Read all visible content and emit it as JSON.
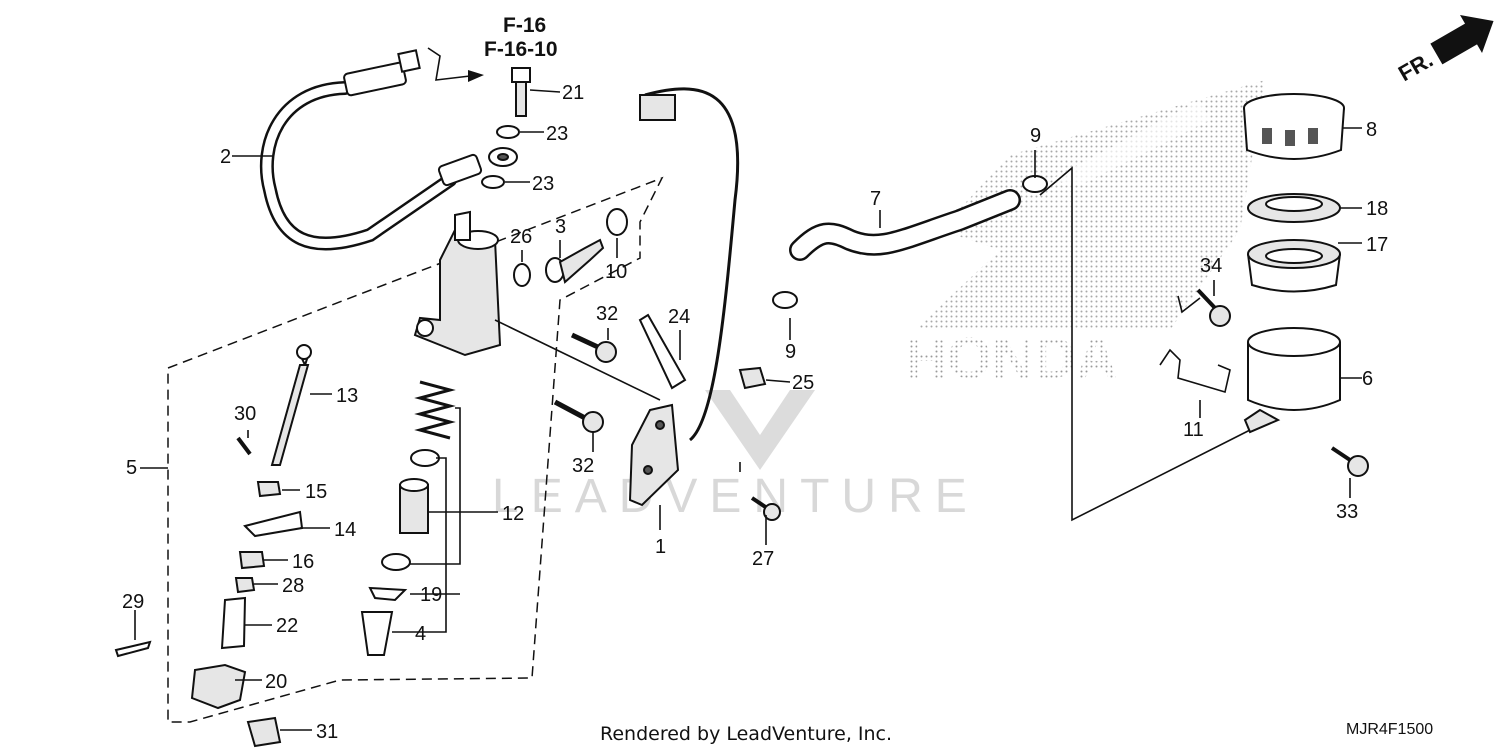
{
  "references": {
    "line1": "F-16",
    "line2": "F-16-10"
  },
  "orientation": {
    "label": "FR."
  },
  "callouts": {
    "c1": "1",
    "c2": "2",
    "c3": "3",
    "c4": "4",
    "c5": "5",
    "c6": "6",
    "c7": "7",
    "c8": "8",
    "c9a": "9",
    "c9b": "9",
    "c10": "10",
    "c11": "11",
    "c12": "12",
    "c13": "13",
    "c14": "14",
    "c15": "15",
    "c16": "16",
    "c17": "17",
    "c18": "18",
    "c19": "19",
    "c20": "20",
    "c21": "21",
    "c22": "22",
    "c23a": "23",
    "c23b": "23",
    "c24": "24",
    "c25": "25",
    "c26": "26",
    "c27": "27",
    "c28": "28",
    "c29": "29",
    "c30": "30",
    "c31": "31",
    "c32a": "32",
    "c32b": "32",
    "c33": "33",
    "c34": "34"
  },
  "watermark": {
    "text": "LEADVENTURE",
    "logo_text": "HONDA"
  },
  "footer": {
    "credit": "Rendered by LeadVenture, Inc.",
    "diagram_code": "MJR4F1500"
  }
}
